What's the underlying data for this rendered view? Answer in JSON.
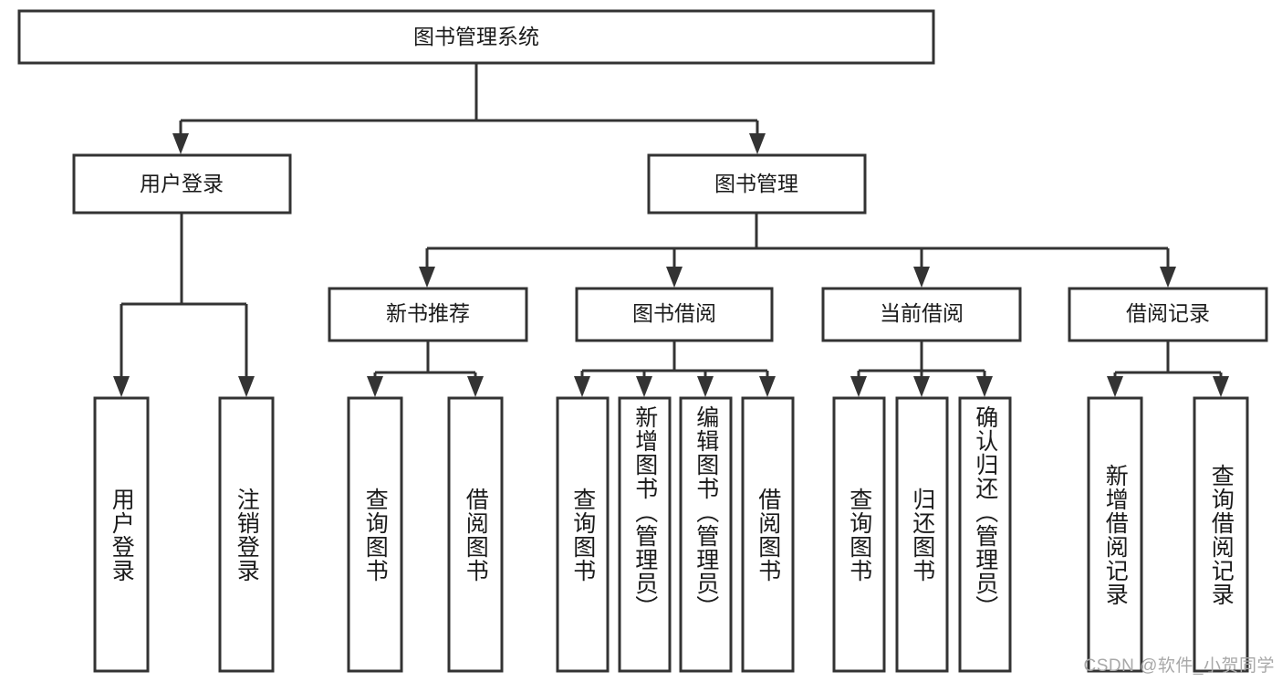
{
  "diagram": {
    "title": "图书管理系统",
    "watermark": "CSDN @软件_小贺同学",
    "colors": {
      "box_stroke": "#333333",
      "box_fill": "#ffffff",
      "text": "#1a1a1a",
      "background": "#ffffff",
      "watermark": "#a8a8a8"
    },
    "root": {
      "label": "图书管理系统"
    },
    "level2": [
      {
        "label": "用户登录"
      },
      {
        "label": "图书管理"
      }
    ],
    "level3": [
      {
        "label": "新书推荐"
      },
      {
        "label": "图书借阅"
      },
      {
        "label": "当前借阅"
      },
      {
        "label": "借阅记录"
      }
    ],
    "leaves": {
      "user_login": [
        {
          "label": "用户登录"
        },
        {
          "label": "注销登录"
        }
      ],
      "new_book_recommend": [
        {
          "label": "查询图书"
        },
        {
          "label": "借阅图书"
        }
      ],
      "book_borrow": [
        {
          "label": "查询图书"
        },
        {
          "label": "新增图书（管理员）"
        },
        {
          "label": "编辑图书（管理员）"
        },
        {
          "label": "借阅图书"
        }
      ],
      "current_borrow": [
        {
          "label": "查询图书"
        },
        {
          "label": "归还图书"
        },
        {
          "label": "确认归还（管理员）"
        }
      ],
      "borrow_record": [
        {
          "label": "新增借阅记录"
        },
        {
          "label": "查询借阅记录"
        }
      ]
    }
  }
}
